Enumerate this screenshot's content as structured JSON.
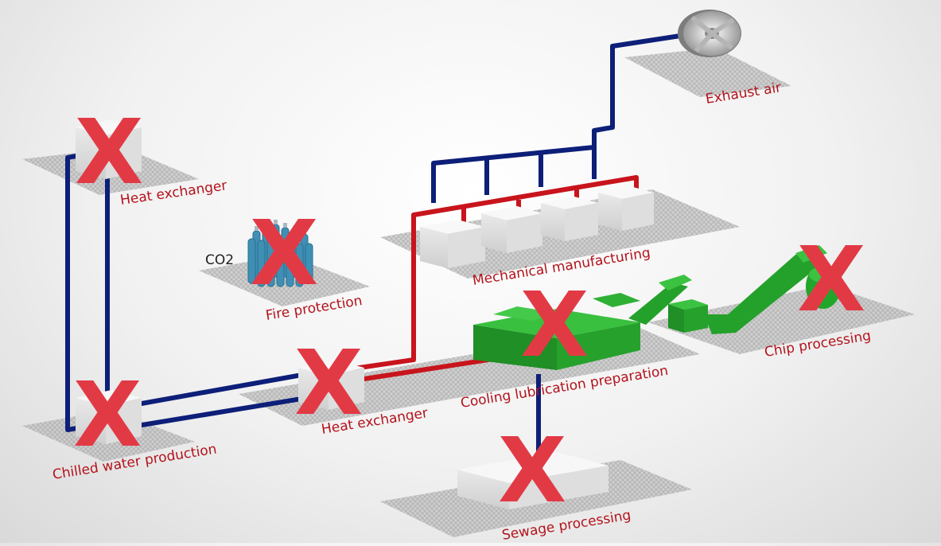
{
  "diagram": {
    "labels": {
      "exhaust_air": "Exhaust air",
      "heat_exchanger_top": "Heat exchanger",
      "co2": "CO2",
      "fire_protection": "Fire protection",
      "mechanical_manufacturing": "Mechanical manufacturing",
      "chip_processing": "Chip processing",
      "cooling_lubrication": "Cooling lubrication preparation",
      "heat_exchanger_mid": "Heat exchanger",
      "chilled_water": "Chilled water production",
      "sewage_processing": "Sewage processing"
    },
    "cross_mark": "X",
    "colors": {
      "label_red": "#b3121b",
      "pipe_blue": "#0d1f78",
      "pipe_red": "#c8141c",
      "machine_green": "#22a52b",
      "cross_red": "#e23a45",
      "cylinder_blue": "#3f8fb5"
    },
    "icons": [
      "fan-icon",
      "gas-cylinders-icon"
    ]
  }
}
